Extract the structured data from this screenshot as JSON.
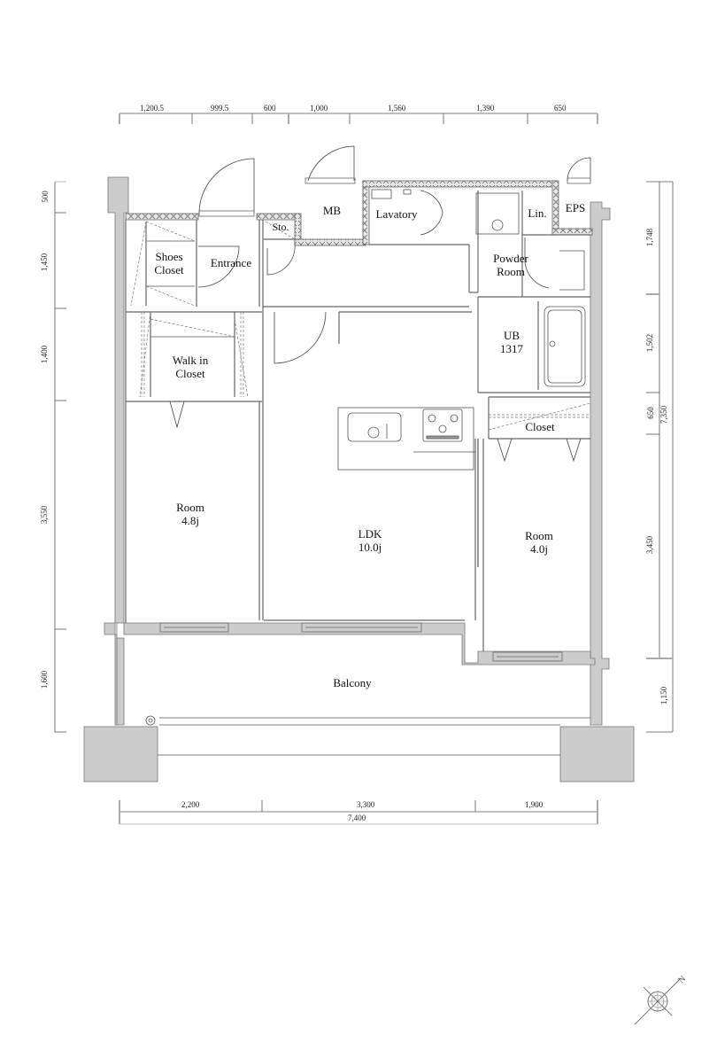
{
  "plan": {
    "rooms": [
      {
        "id": "shoes-closet",
        "label": "Shoes\nCloset",
        "line1": "Shoes",
        "line2": "Closet"
      },
      {
        "id": "entrance",
        "label": "Entrance"
      },
      {
        "id": "storage",
        "label": "Sto."
      },
      {
        "id": "mb",
        "label": "MB"
      },
      {
        "id": "lavatory",
        "label": "Lavatory"
      },
      {
        "id": "linen",
        "label": "Lin."
      },
      {
        "id": "eps",
        "label": "EPS"
      },
      {
        "id": "powder-room",
        "line1": "Powder",
        "line2": "Room"
      },
      {
        "id": "walk-in-closet",
        "line1": "Walk in",
        "line2": "Closet"
      },
      {
        "id": "unit-bath",
        "line1": "UB",
        "line2": "1317"
      },
      {
        "id": "closet",
        "label": "Closet"
      },
      {
        "id": "room-west",
        "line1": "Room",
        "line2": "4.8j"
      },
      {
        "id": "ldk",
        "line1": "LDK",
        "line2": "10.0j"
      },
      {
        "id": "room-east",
        "line1": "Room",
        "line2": "4.0j"
      },
      {
        "id": "balcony",
        "label": "Balcony"
      }
    ],
    "dimensions": {
      "top": [
        "1,200.5",
        "999.5",
        "600",
        "1,000",
        "1,560",
        "1,390",
        "650"
      ],
      "left": [
        "500",
        "1,450",
        "1,400",
        "3,550",
        "1,600"
      ],
      "right_inner": [
        "1,748",
        "1,502",
        "650",
        "3,450",
        "1,150"
      ],
      "right_total": "7,350",
      "bottom": [
        "2,200",
        "3,300",
        "1,900"
      ],
      "bottom_total": "7,400"
    },
    "compass": {
      "north_label": "N",
      "icon": "compass-rose-icon"
    },
    "colors": {
      "wall_fill": "#cccccc",
      "wall_stroke": "#777777",
      "line": "#555555",
      "light_line": "#aaaaaa",
      "hatch": "#888888"
    }
  }
}
